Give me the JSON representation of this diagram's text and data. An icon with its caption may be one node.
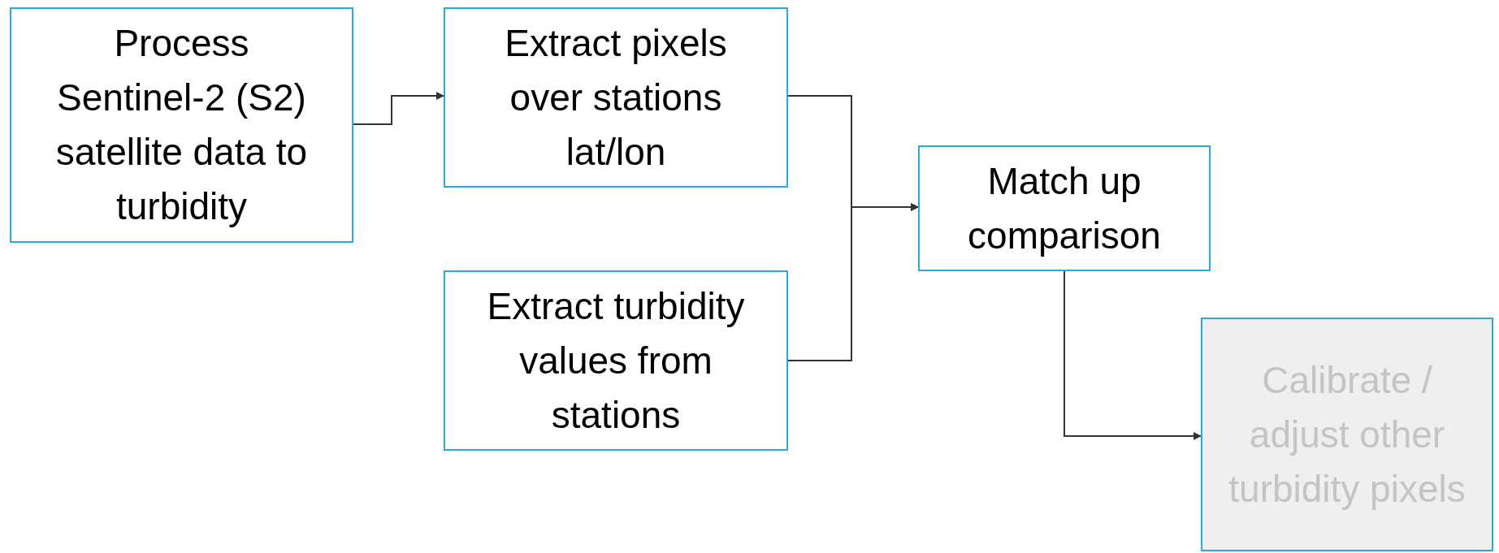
{
  "diagram": {
    "nodes": [
      {
        "text": [
          "Process Sentinel-2 (S2) satellite data to turbidity"
        ]
      },
      {
        "text": [
          "Extract pixels over stations lat/lon"
        ]
      },
      {
        "text": [
          "Extract turbidity values from stations"
        ]
      },
      {
        "text": [
          "Match up comparison"
        ]
      },
      {
        "text": [
          "Calibrate / adjust other turbidity pixels"
        ]
      }
    ],
    "edges": [
      {
        "from": 0,
        "to": 1,
        "arrow": "to"
      },
      {
        "from": 1,
        "to": 3,
        "arrow": "to"
      },
      {
        "from": 2,
        "to": 3,
        "arrow": "to"
      },
      {
        "from": 3,
        "to": 4,
        "arrow": "to"
      }
    ]
  }
}
